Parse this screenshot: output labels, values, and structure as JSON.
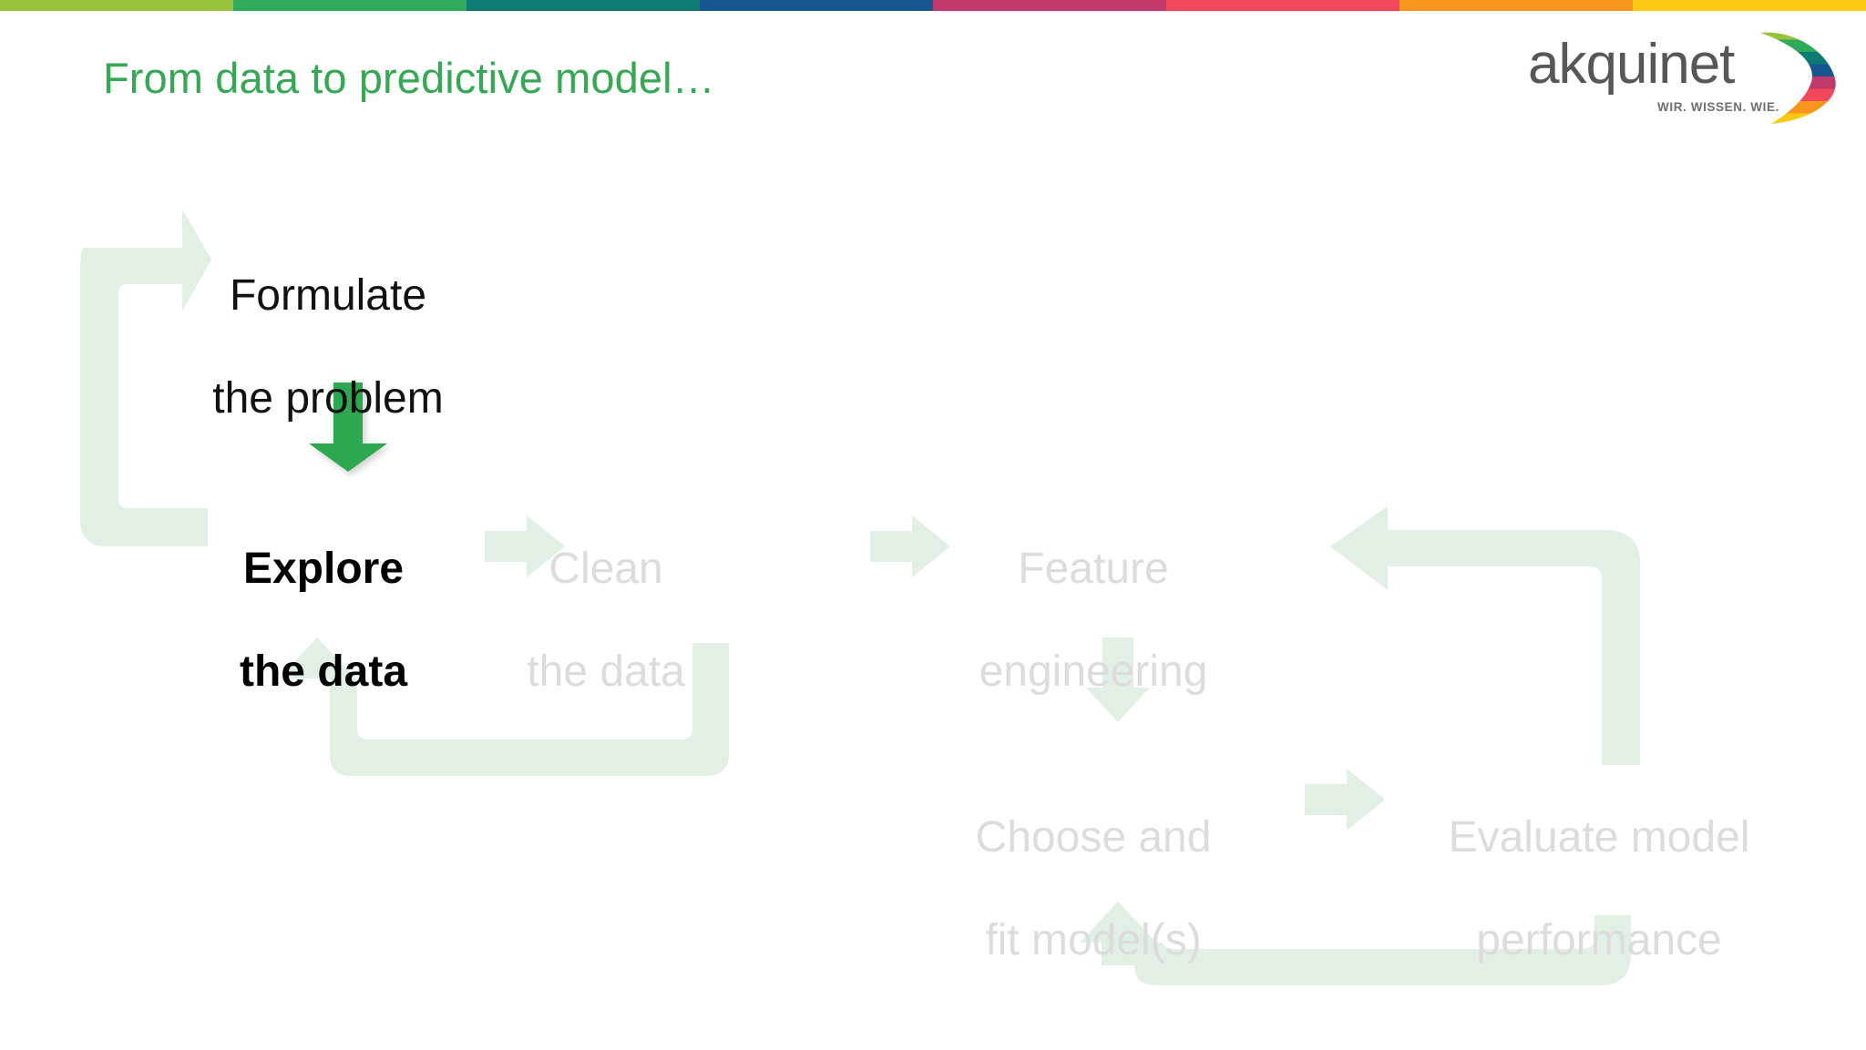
{
  "slide": {
    "title": "From data to predictive model…",
    "title_color": "#34a853",
    "background": "#ffffff"
  },
  "colorbar": {
    "segments": [
      {
        "name": "light-green",
        "color": "#97c23c"
      },
      {
        "name": "green",
        "color": "#2fa95a"
      },
      {
        "name": "teal",
        "color": "#0d7b74"
      },
      {
        "name": "blue",
        "color": "#17558e"
      },
      {
        "name": "magenta",
        "color": "#bf3a6b"
      },
      {
        "name": "red",
        "color": "#f0485a"
      },
      {
        "name": "orange",
        "color": "#f7941e"
      },
      {
        "name": "yellow",
        "color": "#fdc812"
      }
    ]
  },
  "logo": {
    "wordmark": "akquinet",
    "tagline": "WIR. WISSEN. WIE.",
    "wordmark_color": "#575756",
    "leaf_colors": [
      "#97c23c",
      "#2fa95a",
      "#0d7b74",
      "#17558e",
      "#bf3a6b",
      "#f0485a",
      "#f7941e",
      "#fdc812"
    ]
  },
  "flow": {
    "highlight_color": "#2fa84f",
    "arrow_color": "#e2efe5",
    "faded_text_color": "#dcdcdc",
    "active_text_color": "#000000",
    "nodes": [
      {
        "id": "formulate",
        "state": "current",
        "lines": [
          "Formulate",
          "the problem"
        ]
      },
      {
        "id": "explore",
        "state": "active",
        "lines": [
          "Explore",
          "the data"
        ]
      },
      {
        "id": "clean",
        "state": "faded",
        "lines": [
          "Clean",
          "the data"
        ]
      },
      {
        "id": "feature",
        "state": "faded",
        "lines": [
          "Feature",
          "engineering"
        ]
      },
      {
        "id": "choose",
        "state": "faded",
        "lines": [
          "Choose and",
          "fit model(s)"
        ]
      },
      {
        "id": "evaluate",
        "state": "faded",
        "lines": [
          "Evaluate model",
          "performance"
        ]
      }
    ],
    "connectors": [
      {
        "name": "loop-left-to-formulate",
        "kind": "bracket-right",
        "style": "pale"
      },
      {
        "name": "formulate-to-explore",
        "kind": "arrow-down",
        "style": "highlight"
      },
      {
        "name": "explore-to-clean",
        "kind": "arrow-right",
        "style": "pale"
      },
      {
        "name": "clean-to-feature",
        "kind": "arrow-right",
        "style": "pale"
      },
      {
        "name": "feature-to-choose",
        "kind": "arrow-down",
        "style": "pale"
      },
      {
        "name": "choose-to-evaluate",
        "kind": "arrow-right",
        "style": "pale"
      },
      {
        "name": "loop-explore-return",
        "kind": "u-turn-up",
        "style": "pale"
      },
      {
        "name": "loop-evaluate-to-feature",
        "kind": "elbow-left",
        "style": "pale"
      },
      {
        "name": "loop-evaluate-to-choose",
        "kind": "u-turn-up",
        "style": "pale"
      }
    ]
  }
}
